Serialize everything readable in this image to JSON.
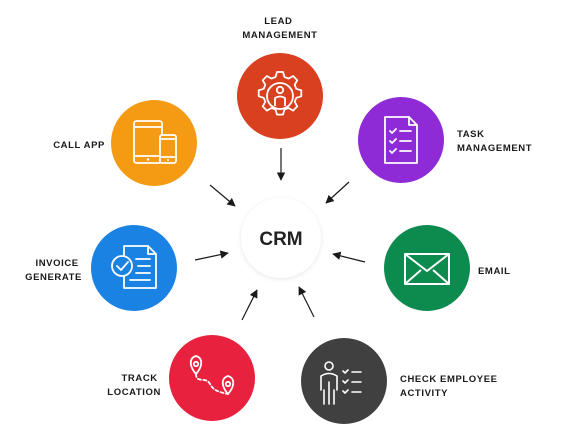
{
  "center": {
    "label": "CRM"
  },
  "nodes": [
    {
      "id": "lead-management",
      "lines": [
        "LEAD",
        "MANAGEMENT"
      ],
      "color": "#d8401f",
      "icon": "gear-person-icon"
    },
    {
      "id": "task-management",
      "lines": [
        "TASK",
        "MANAGEMENT"
      ],
      "color": "#8e2ad6",
      "icon": "checklist-document-icon"
    },
    {
      "id": "email",
      "lines": [
        "EMAIL"
      ],
      "color": "#0d8a4e",
      "icon": "envelope-icon"
    },
    {
      "id": "check-employee-activity",
      "lines": [
        "CHECK EMPLOYEE",
        "ACTIVITY"
      ],
      "color": "#404040",
      "icon": "person-checklist-icon"
    },
    {
      "id": "track-location",
      "lines": [
        "TRACK",
        "LOCATION"
      ],
      "color": "#e8213e",
      "icon": "route-pins-icon"
    },
    {
      "id": "invoice-generate",
      "lines": [
        "INVOICE",
        "GENERATE"
      ],
      "color": "#1a82e2",
      "icon": "invoice-check-icon"
    },
    {
      "id": "call-app",
      "lines": [
        "CALL APP"
      ],
      "color": "#f59b13",
      "icon": "tablet-phone-icon"
    }
  ]
}
